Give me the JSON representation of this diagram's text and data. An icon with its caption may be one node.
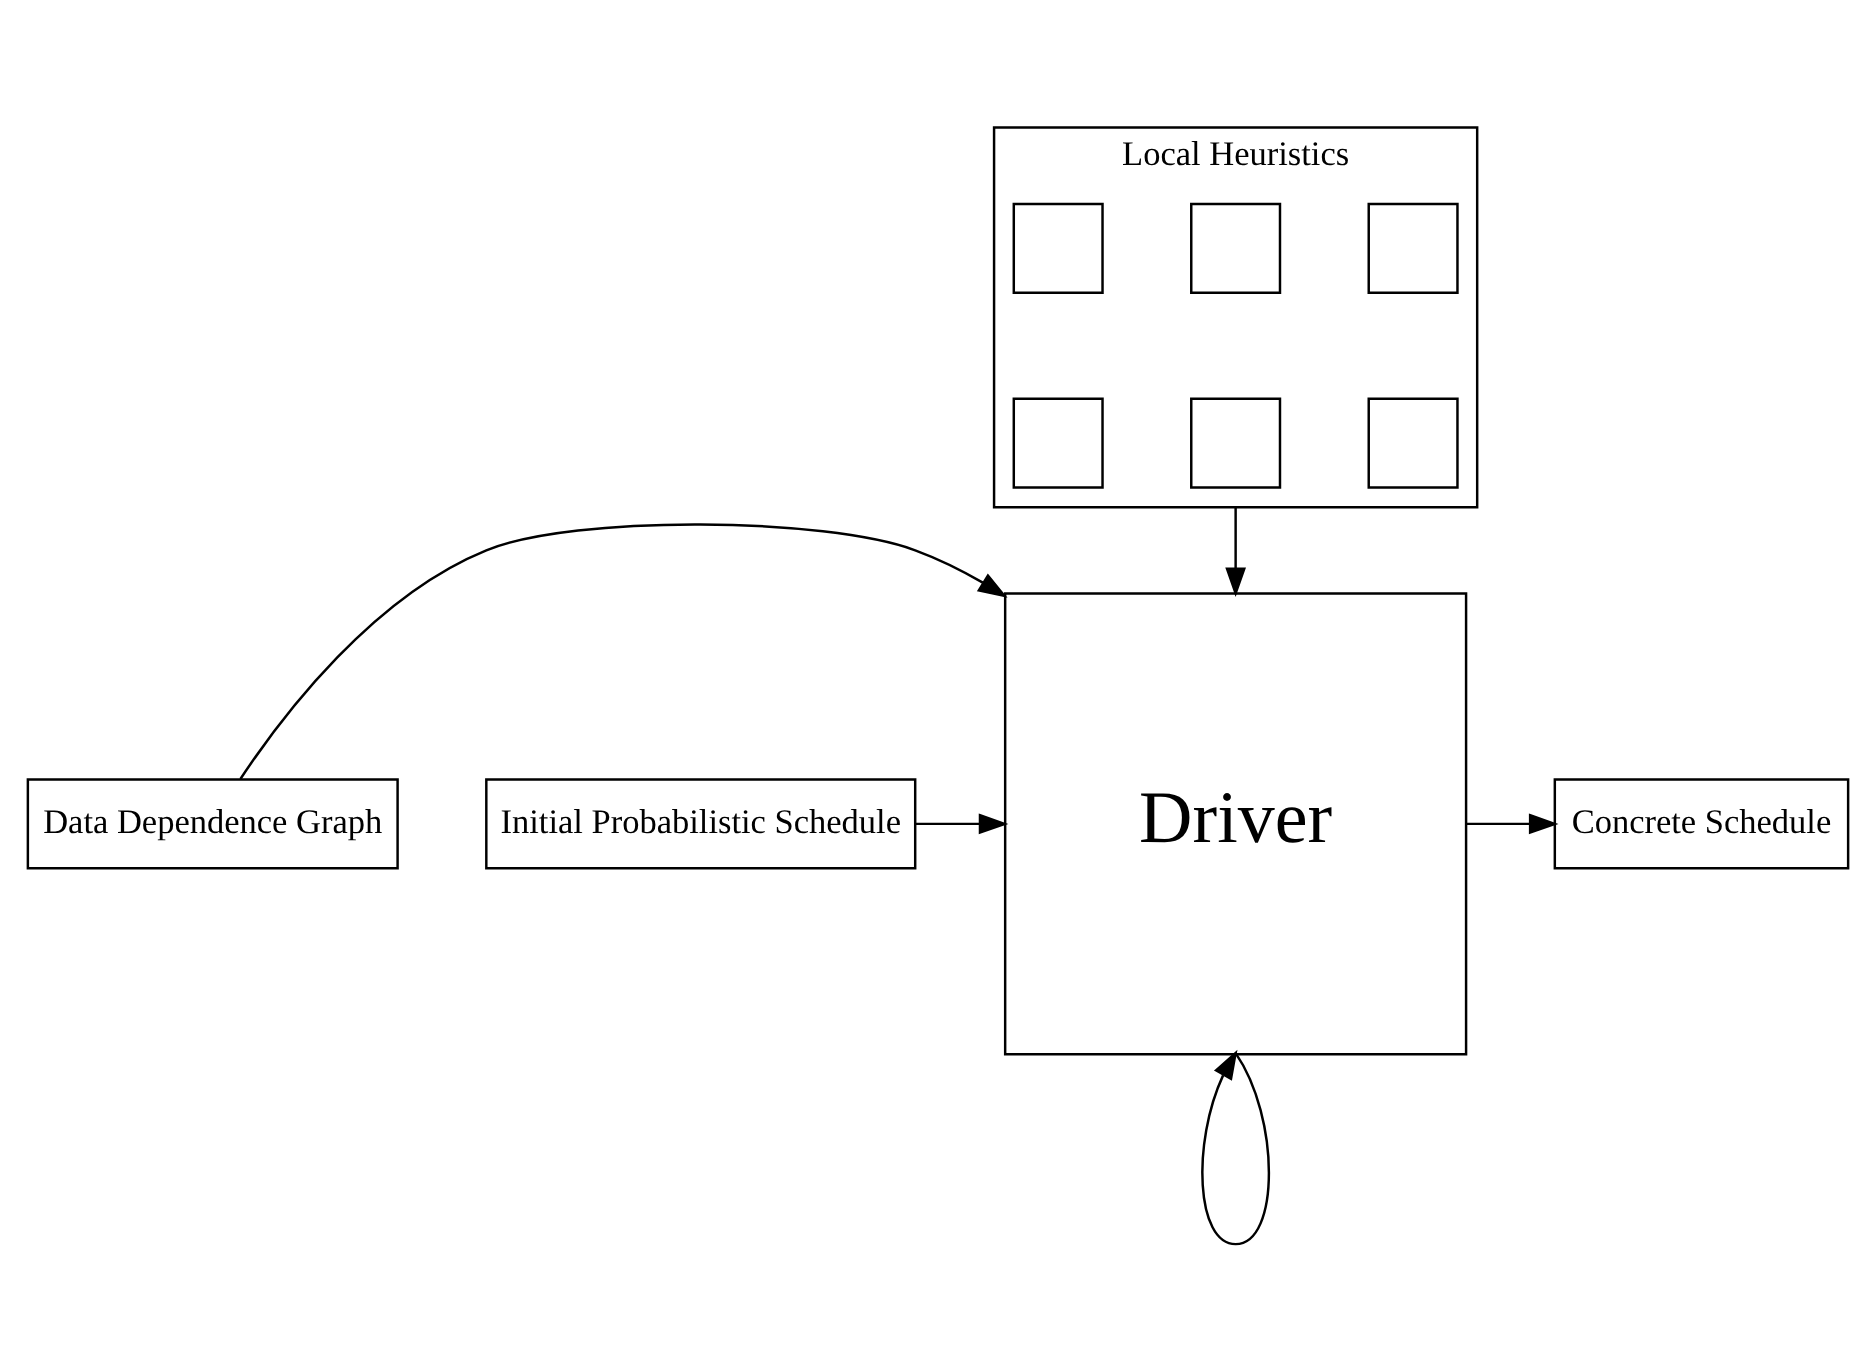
{
  "diagram": {
    "nodes": [
      {
        "text": [
          "Local Heuristics"
        ]
      },
      {
        "text": [],
        "shape": "box",
        "in": 0
      },
      {
        "text": [],
        "shape": "box",
        "in": 0
      },
      {
        "text": [],
        "shape": "box",
        "in": 0
      },
      {
        "text": [],
        "shape": "box",
        "in": 0
      },
      {
        "text": [],
        "shape": "box",
        "in": 0
      },
      {
        "text": [],
        "shape": "box",
        "in": 0
      },
      {
        "text": [
          "Data Dependence Graph"
        ]
      },
      {
        "text": [
          "Initial Probabilistic Schedule"
        ]
      },
      {
        "text": [
          "Driver"
        ]
      },
      {
        "text": [
          "Concrete Schedule"
        ]
      }
    ],
    "edges": [
      {
        "from": 0,
        "to": 9,
        "arrow": "to"
      },
      {
        "from": 7,
        "to": 9,
        "arrow": "to"
      },
      {
        "from": 8,
        "to": 9,
        "arrow": "to"
      },
      {
        "from": 9,
        "to": 10,
        "arrow": "to"
      },
      {
        "from": 9,
        "to": 9,
        "arrow": "to"
      }
    ]
  }
}
